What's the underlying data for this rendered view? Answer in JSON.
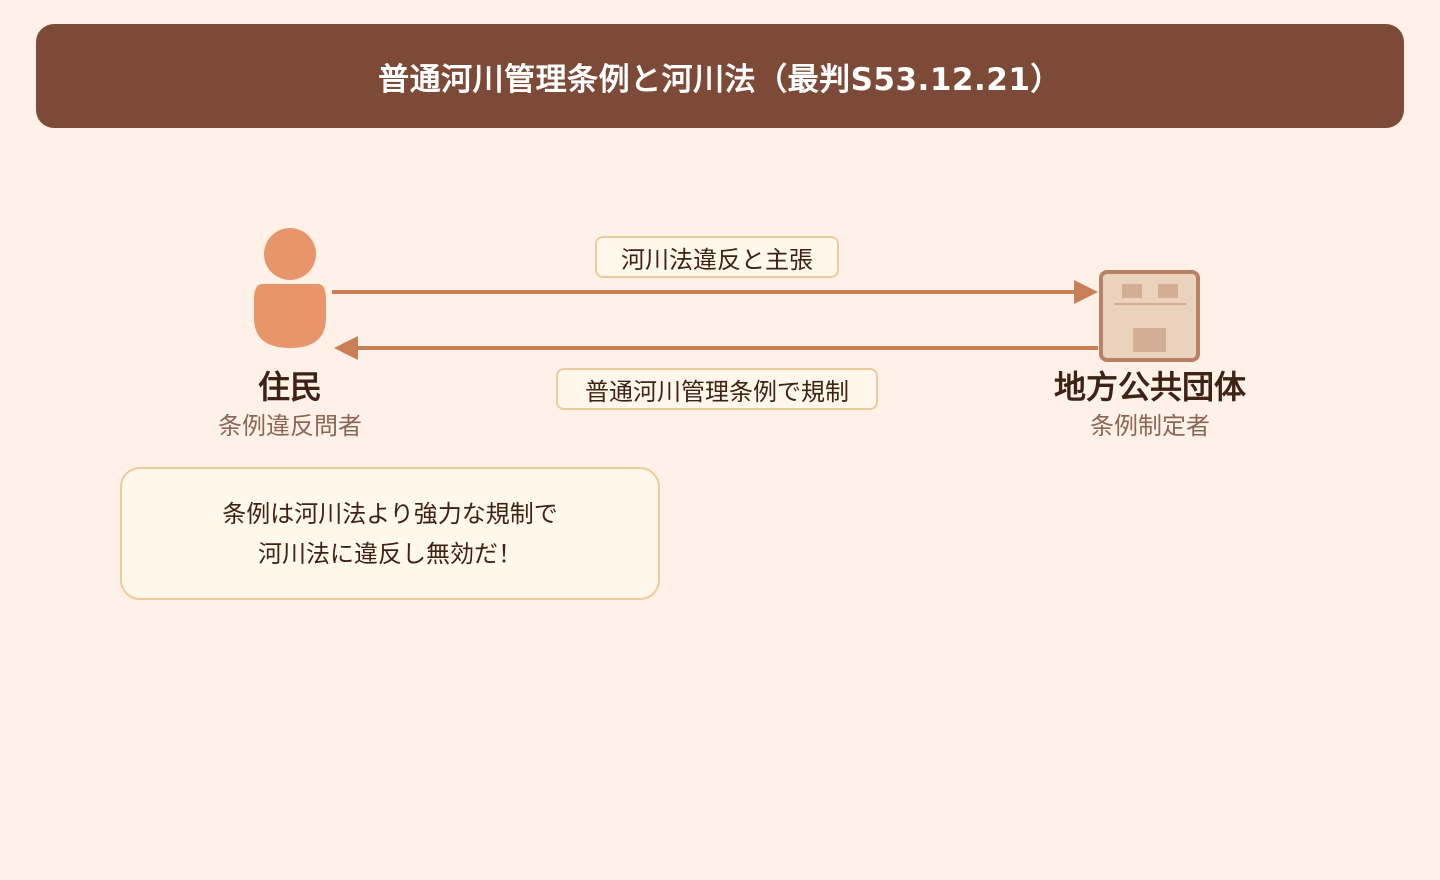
{
  "header": {
    "title": "普通河川管理条例と河川法（最判S53.12.21）"
  },
  "actors": {
    "resident": {
      "name": "住民",
      "role": "条例違反問者",
      "icon": "person-icon"
    },
    "government": {
      "name": "地方公共団体",
      "role": "条例制定者",
      "icon": "building-icon"
    }
  },
  "arrows": {
    "claim_label": "河川法違反と主張",
    "regulate_label": "普通河川管理条例で規制"
  },
  "speech": {
    "line1": "条例は河川法より強力な規制で",
    "line2": "河川法に違反し無効だ！"
  },
  "colors": {
    "background": "#fff1e8",
    "header": "#7e4a38",
    "person": "#e8956b",
    "building_fill": "#ead2bc",
    "building_stroke": "#b98062",
    "arrow": "#c87f56",
    "label_border": "#ebcb9b",
    "speech_border": "#f0c99a"
  }
}
